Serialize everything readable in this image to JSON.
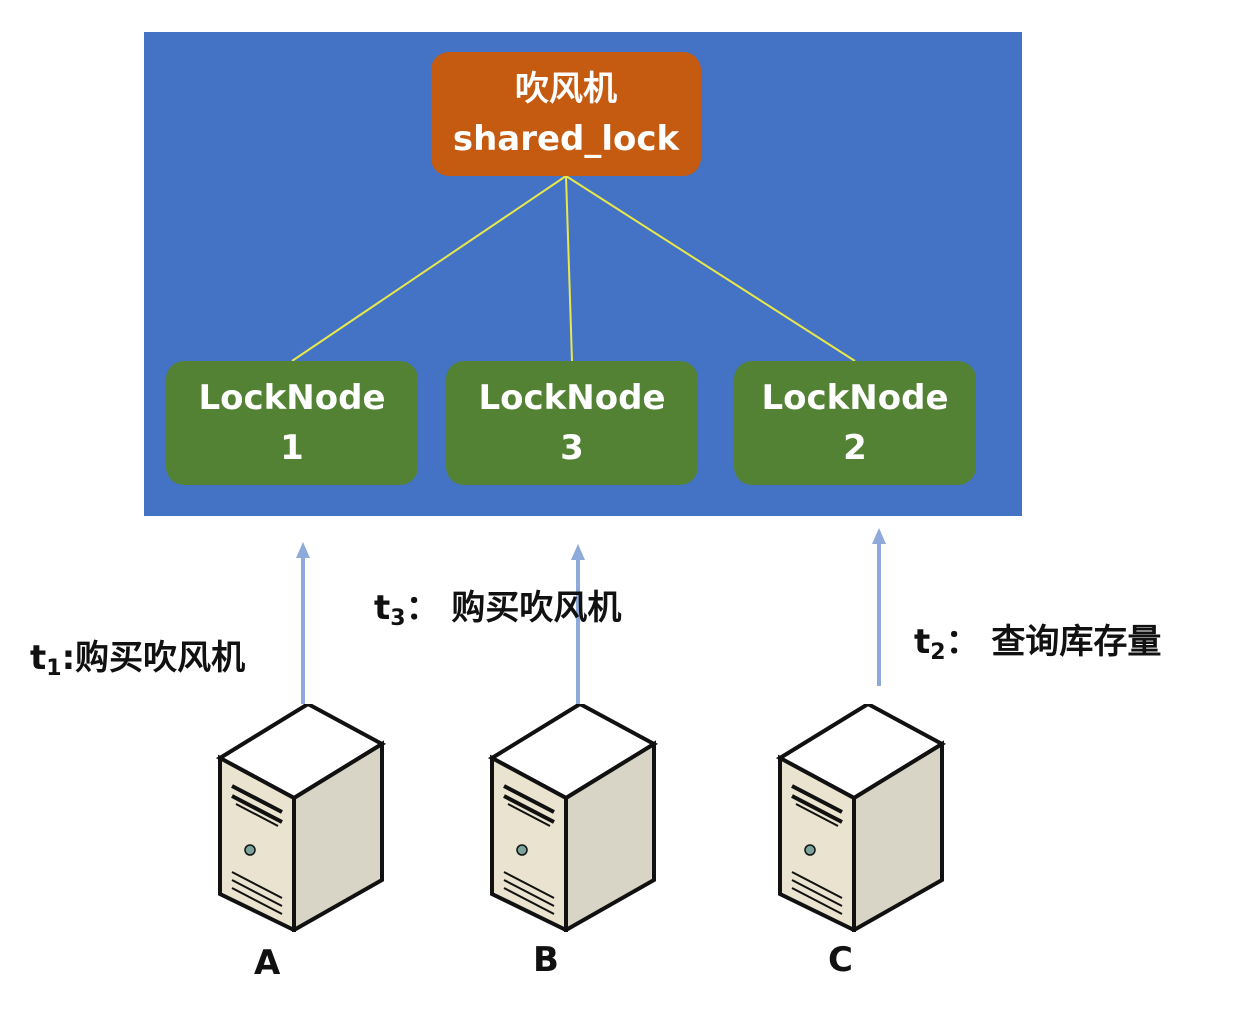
{
  "root_node": {
    "line1": "吹风机",
    "line2": "shared_lock",
    "color": "#c55a11"
  },
  "lock_nodes": [
    {
      "name": "LockNode",
      "number": "1"
    },
    {
      "name": "LockNode",
      "number": "3"
    },
    {
      "name": "LockNode",
      "number": "2"
    }
  ],
  "lock_node_color": "#548235",
  "panel_color": "#4472c4",
  "connector_color": "#e8e84a",
  "arrow_color": "#8eaadb",
  "clients": [
    {
      "label": "A",
      "time_sub": "1",
      "action": ":购买吹风机",
      "icon": "server-icon"
    },
    {
      "label": "B",
      "time_sub": "3",
      "action": "： 购买吹风机",
      "icon": "server-icon"
    },
    {
      "label": "C",
      "time_sub": "2",
      "action": "： 查询库存量",
      "icon": "server-icon"
    }
  ]
}
